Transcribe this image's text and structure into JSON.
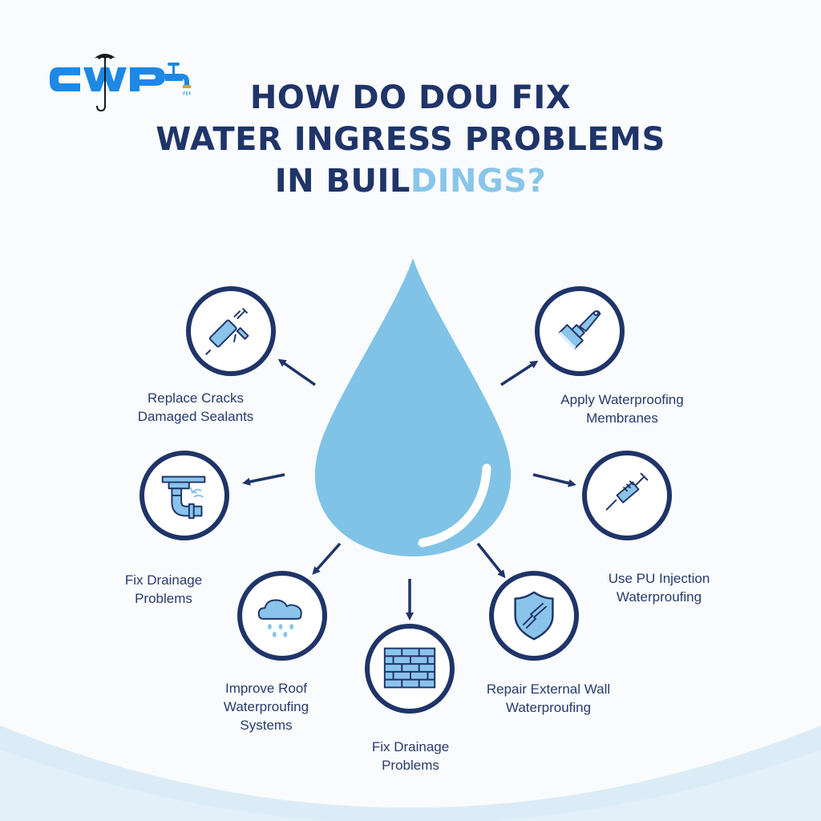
{
  "brand": {
    "logo_text": "CWP",
    "icons": [
      "umbrella-icon",
      "water-tap-icon"
    ],
    "colors": {
      "logo_blue": "#1e88e5",
      "navy": "#1f3468",
      "drop_blue": "#80c3e6",
      "light_blue": "#89c6ea",
      "wave": "#dcecf7"
    }
  },
  "title": {
    "line1": "HOW DO DOU FIX",
    "line2": "WATER INGRESS PROBLEMS",
    "line3_dark": "IN BUIL",
    "line3_light": "DINGS?"
  },
  "center": {
    "icon": "water-drop-icon"
  },
  "items": [
    {
      "id": "sealants",
      "icon": "caulking-gun-icon",
      "label_line1": "Replace Cracks",
      "label_line2": "Damaged Sealants"
    },
    {
      "id": "membranes",
      "icon": "scraper-trowel-icon",
      "label_line1": "Apply Waterproofing",
      "label_line2": "Membranes"
    },
    {
      "id": "drainage-left",
      "icon": "drain-pipe-icon",
      "label_line1": "Fix Drainage",
      "label_line2": "Problems"
    },
    {
      "id": "pu-injection",
      "icon": "syringe-icon",
      "label_line1": "Use PU Injection",
      "label_line2": "Waterproufing"
    },
    {
      "id": "roof",
      "icon": "rain-cloud-icon",
      "label_line1": "Improve Roof",
      "label_line2": "Waterproufing",
      "label_line3": "Systems"
    },
    {
      "id": "drainage-bottom",
      "icon": "brick-wall-icon",
      "label_line1": "Fix Drainage",
      "label_line2": "Problems"
    },
    {
      "id": "external-wall",
      "icon": "shield-crack-icon",
      "label_line1": "Repair External Wall",
      "label_line2": "Waterproufing"
    }
  ]
}
